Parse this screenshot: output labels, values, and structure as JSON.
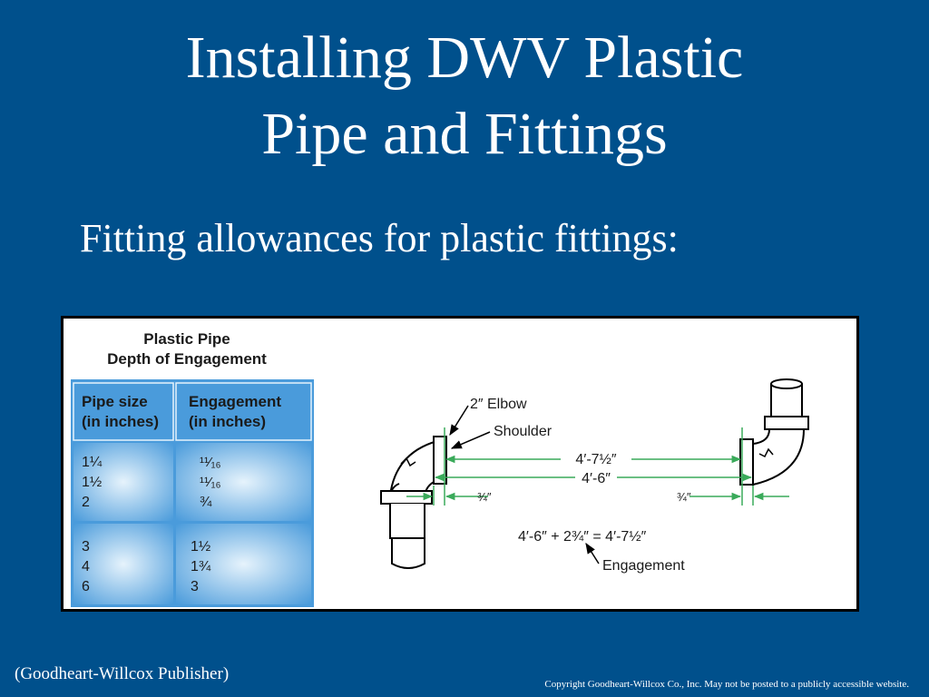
{
  "slide": {
    "title_line1": "Installing DWV Plastic",
    "title_line2": "Pipe and Fittings",
    "subtitle": "Fitting allowances for plastic fittings:",
    "source": "(Goodheart-Willcox Publisher)",
    "copyright": "Copyright Goodheart-Willcox Co., Inc.  May not be posted to a publicly accessible website."
  },
  "colors": {
    "background": "#00508C",
    "table_blue": "#4A9BDB",
    "table_light": "#E6F3FC",
    "dimension_green": "#3AAA5A"
  },
  "table": {
    "title_line1": "Plastic Pipe",
    "title_line2": "Depth of Engagement",
    "headers": [
      [
        "Pipe size",
        "(in inches)"
      ],
      [
        "Engagement",
        "(in inches)"
      ]
    ],
    "groups": [
      {
        "sizes": [
          "1¼",
          "1½",
          "2"
        ],
        "engagements": [
          "¹¹⁄₁₆",
          "¹¹⁄₁₆",
          "¾"
        ]
      },
      {
        "sizes": [
          "3",
          "4",
          "6"
        ],
        "engagements": [
          "1½",
          "1¾",
          "3"
        ]
      }
    ]
  },
  "diagram": {
    "label_elbow": "2″ Elbow",
    "label_shoulder": "Shoulder",
    "dim_total": "4′-7½″",
    "dim_pipe": "4′-6″",
    "dim_left": "¾″",
    "dim_right": "¾″",
    "formula": "4′-6″ + 2¾″ = 4′-7½″",
    "label_engagement": "Engagement"
  }
}
